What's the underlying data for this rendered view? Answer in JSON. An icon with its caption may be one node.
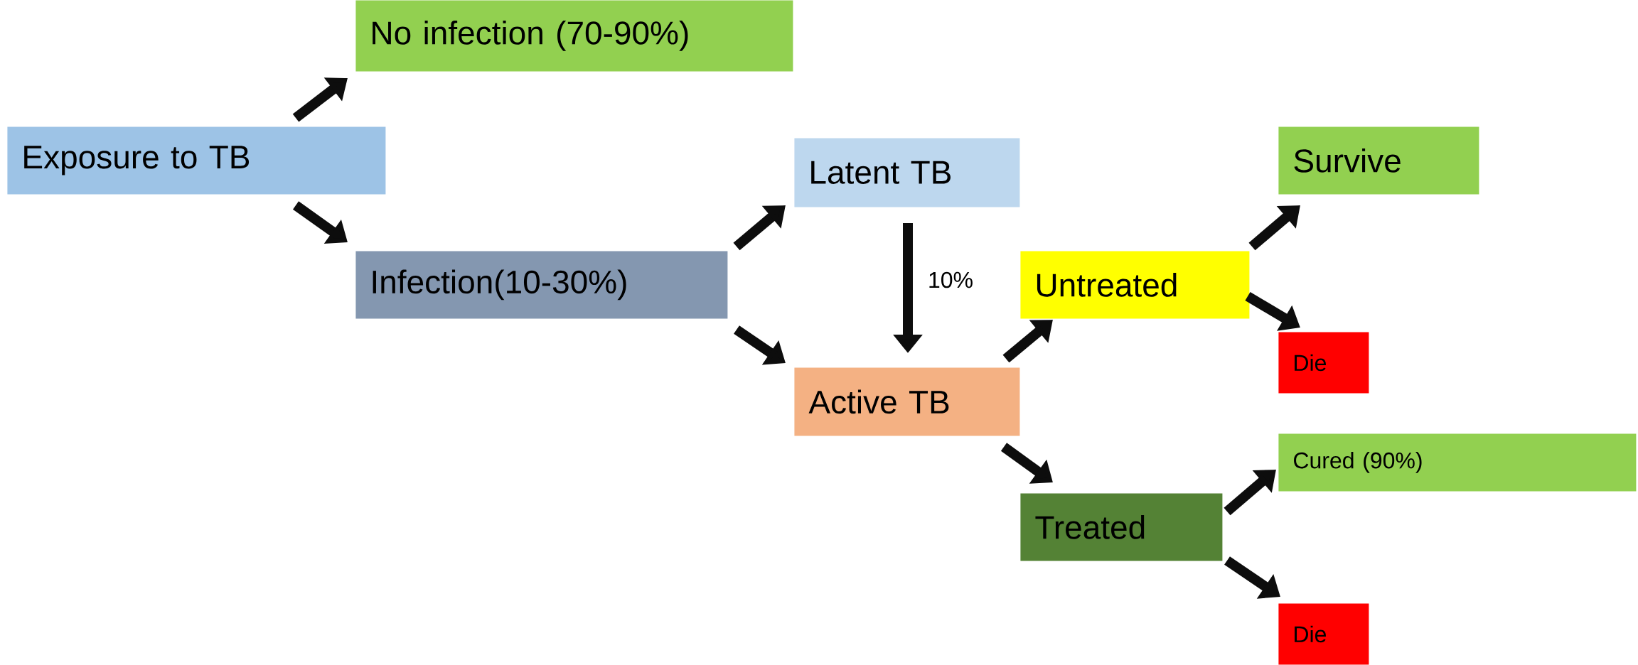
{
  "diagram": {
    "nodes": [
      {
        "text": [
          "No infection (70-90%)"
        ]
      },
      {
        "text": [
          "Exposure to TB"
        ]
      },
      {
        "text": [
          "Latent TB"
        ]
      },
      {
        "text": [
          "Infection(10-30%)"
        ]
      },
      {
        "text": [
          "Survive"
        ]
      },
      {
        "text": [
          "Untreated"
        ]
      },
      {
        "text": [
          "Die"
        ]
      },
      {
        "text": [
          "Active TB"
        ]
      },
      {
        "text": [
          "Cured (90%)"
        ]
      },
      {
        "text": [
          "Treated"
        ]
      },
      {
        "text": [
          "Die"
        ]
      }
    ],
    "edges": [
      {
        "from": 1,
        "to": 0,
        "arrow": "to"
      },
      {
        "from": 1,
        "to": 3,
        "arrow": "to"
      },
      {
        "from": 3,
        "to": 2,
        "arrow": "to"
      },
      {
        "from": 3,
        "to": 7,
        "arrow": "to"
      },
      {
        "from": 2,
        "to": 7,
        "arrow": "to",
        "label": "10%"
      },
      {
        "from": 7,
        "to": 5,
        "arrow": "to"
      },
      {
        "from": 7,
        "to": 9,
        "arrow": "to"
      },
      {
        "from": 5,
        "to": 4,
        "arrow": "to"
      },
      {
        "from": 5,
        "to": 6,
        "arrow": "to"
      },
      {
        "from": 9,
        "to": 8,
        "arrow": "to"
      },
      {
        "from": 9,
        "to": 10,
        "arrow": "to"
      }
    ]
  }
}
